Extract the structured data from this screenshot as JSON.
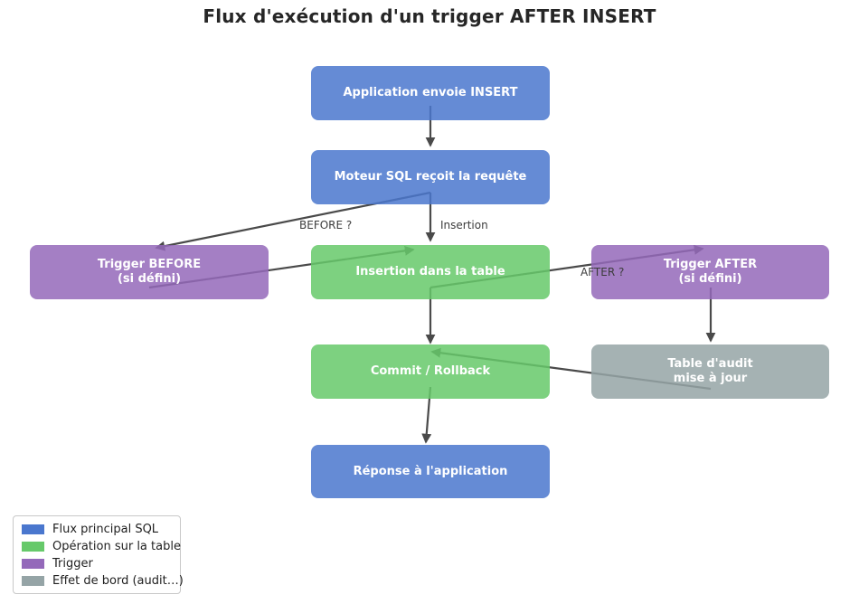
{
  "title": "Flux d'exécution d'un trigger AFTER INSERT",
  "nodes": {
    "app": {
      "label": "Application envoie INSERT"
    },
    "sql": {
      "label": "Moteur SQL reçoit la requête"
    },
    "trigger_before": {
      "line1": "Trigger BEFORE",
      "line2": "(si défini)"
    },
    "insert": {
      "label": "Insertion dans la table"
    },
    "trigger_after": {
      "line1": "Trigger AFTER",
      "line2": "(si défini)"
    },
    "commit": {
      "label": "Commit / Rollback"
    },
    "audit": {
      "line1": "Table d'audit",
      "line2": "mise à jour"
    },
    "response": {
      "label": "Réponse à l'application"
    }
  },
  "edges": [
    {
      "from": "app",
      "to": "sql",
      "label": ""
    },
    {
      "from": "sql",
      "to": "trigger_before",
      "label": "BEFORE ?"
    },
    {
      "from": "trigger_before",
      "to": "insert",
      "label": ""
    },
    {
      "from": "sql",
      "to": "insert",
      "label": "Insertion"
    },
    {
      "from": "insert",
      "to": "trigger_after",
      "label": "AFTER ?"
    },
    {
      "from": "trigger_after",
      "to": "audit",
      "label": ""
    },
    {
      "from": "insert",
      "to": "commit",
      "label": ""
    },
    {
      "from": "audit",
      "to": "commit",
      "label": ""
    },
    {
      "from": "commit",
      "to": "response",
      "label": ""
    }
  ],
  "edge_labels": {
    "before": "BEFORE ?",
    "insertion": "Insertion",
    "after": "AFTER ?"
  },
  "legend": {
    "items": [
      {
        "label": "Flux principal SQL",
        "color": "#4A77CE"
      },
      {
        "label": "Opération sur la table",
        "color": "#66C96A"
      },
      {
        "label": "Trigger",
        "color": "#9469BA"
      },
      {
        "label": "Effet de bord (audit…)",
        "color": "#95A4A6"
      }
    ]
  },
  "colors": {
    "flow_blue": "#4A77CE",
    "table_green": "#66C96A",
    "trigger_purple": "#9469BA",
    "side_effect_gray": "#95A4A6",
    "arrow": "#4A4A4A",
    "background": "#FFFFFF"
  }
}
